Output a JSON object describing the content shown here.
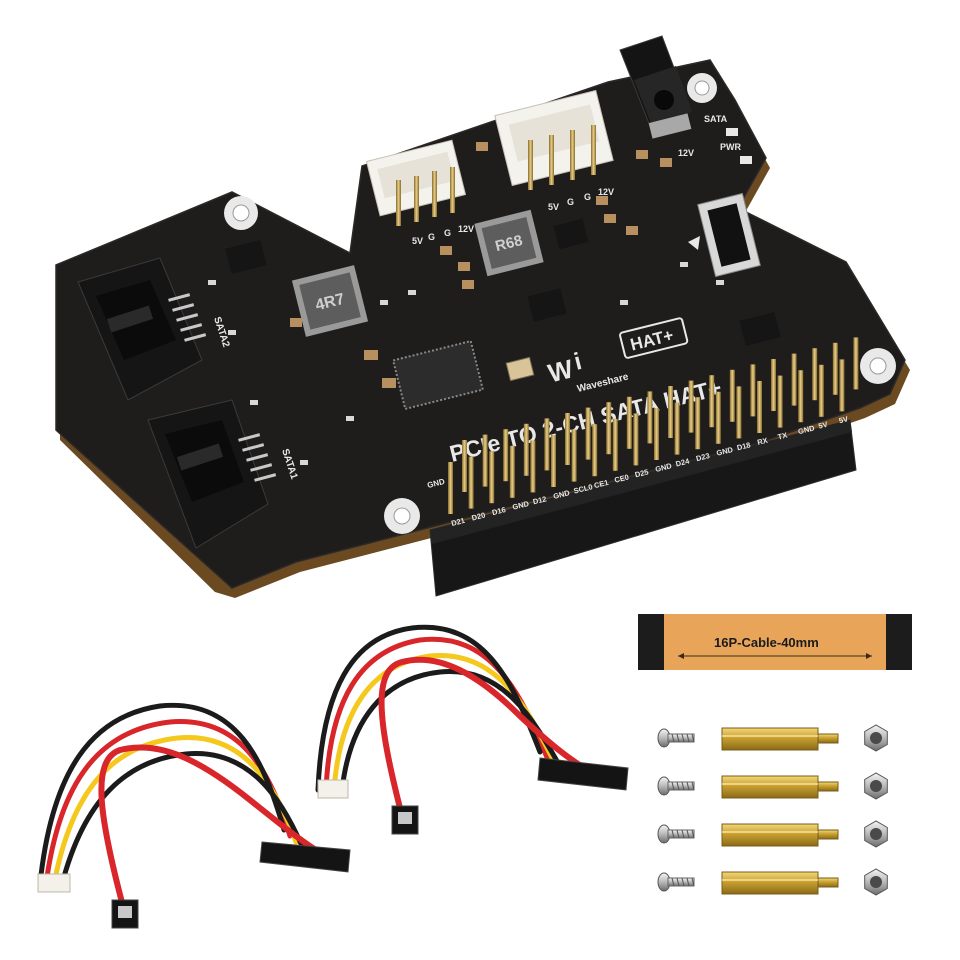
{
  "product": {
    "board_chip_label_1": "4R7",
    "board_chip_label_2": "R68",
    "brand_name": "Waveshare",
    "hat_badge": "HAT+",
    "board_title": "PCIe TO 2-CH SATA HAT+",
    "sata_port_1": "SATA1",
    "sata_port_2": "SATA2",
    "power_label": "PWR",
    "sata_led_label": "SATA",
    "voltage_12v": "12V",
    "fan_header_pins": [
      "5V",
      "G",
      "G",
      "12V"
    ],
    "gpio_bottom_row": [
      "D21",
      "D20",
      "D16",
      "GND",
      "D12",
      "GND",
      "SCL0",
      "CE1",
      "CE0",
      "D25",
      "GND",
      "D24",
      "D23",
      "GND",
      "D18",
      "RX",
      "TX",
      "GND",
      "5V",
      "5V"
    ],
    "gpio_side_label": "GND"
  },
  "accessories": {
    "ffc_cable_label": "16P-Cable-40mm",
    "screw_count": 4,
    "standoff_count": 4,
    "nut_count": 4,
    "sata_cable_count": 2
  },
  "colors": {
    "pcb": "#1f1d1c",
    "silkscreen": "#e8e8e8",
    "connector": "#151515",
    "ffc": "#e8a55a",
    "brass": "#c9a030",
    "cable_red": "#d8262a",
    "cable_yellow": "#f4c81c"
  }
}
